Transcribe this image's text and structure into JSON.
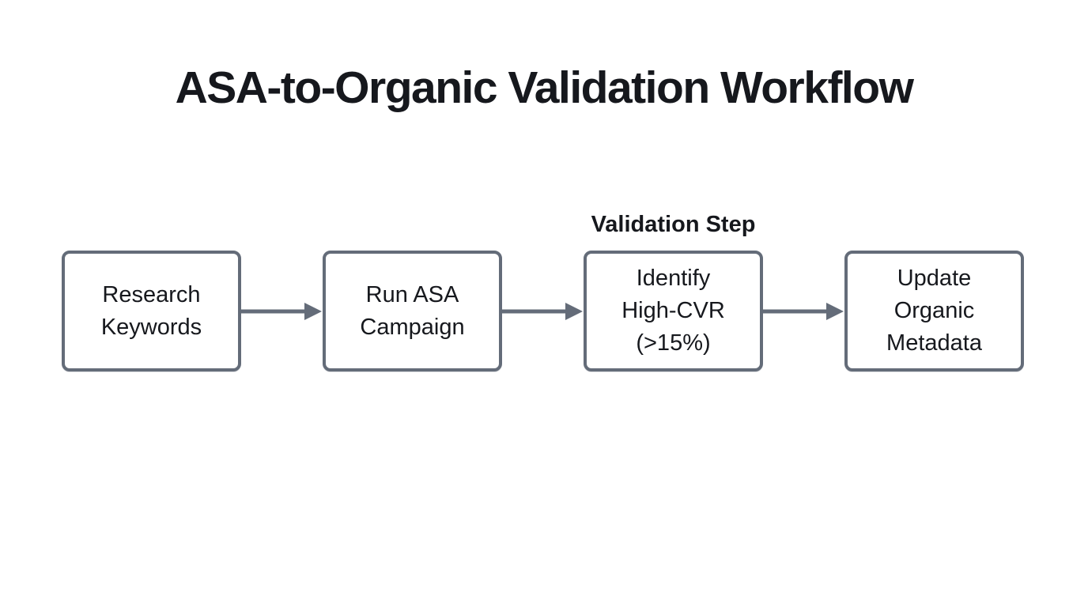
{
  "title": "ASA-to-Organic Validation Workflow",
  "diagram": {
    "annotation": "Validation Step",
    "nodes": [
      {
        "label": "Research\nKeywords"
      },
      {
        "label": "Run ASA\nCampaign"
      },
      {
        "label": "Identify\nHigh-CVR\n(>15%)"
      },
      {
        "label": "Update\nOrganic\nMetadata"
      }
    ],
    "colors": {
      "border": "#646c79",
      "arrow": "#646c79",
      "text": "#16181d",
      "background": "#ffffff"
    }
  }
}
